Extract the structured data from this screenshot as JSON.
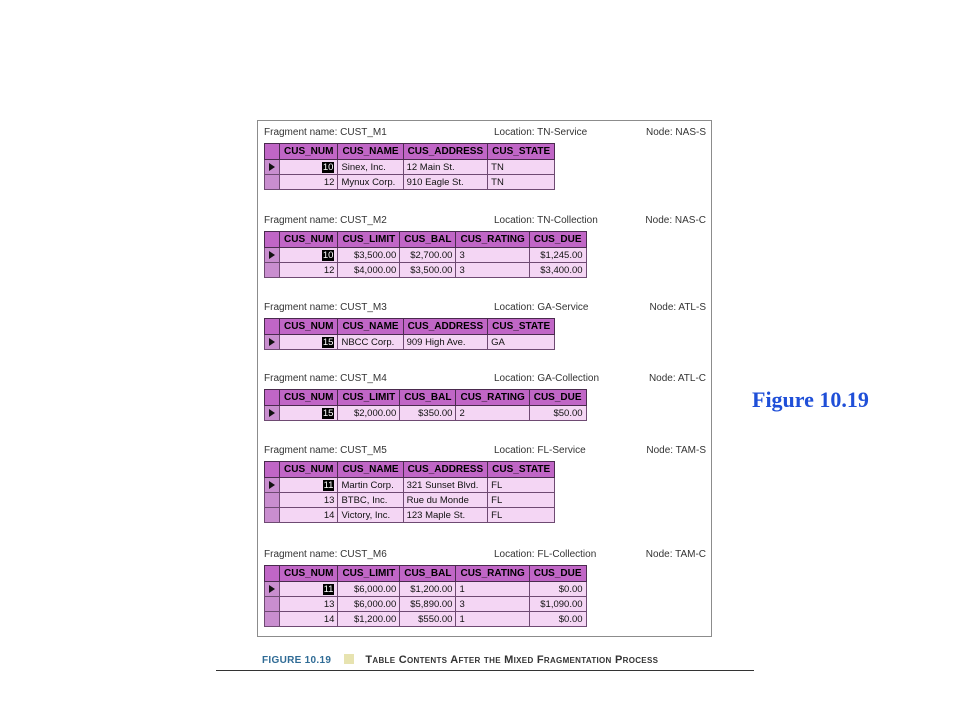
{
  "side_label": "Figure 10.19",
  "caption": {
    "number": "FIGURE 10.19",
    "text": "Table Contents After the Mixed Fragmentation Process"
  },
  "fragments": [
    {
      "name": "Fragment name: CUST_M1",
      "location": "Location: TN-Service",
      "node": "Node: NAS-S",
      "columns": [
        "CUS_NUM",
        "CUS_NAME",
        "CUS_ADDRESS",
        "CUS_STATE"
      ],
      "rows": [
        [
          "10",
          "Sinex, Inc.",
          "12 Main St.",
          "TN"
        ],
        [
          "12",
          "Mynux Corp.",
          "910 Eagle St.",
          "TN"
        ]
      ]
    },
    {
      "name": "Fragment name: CUST_M2",
      "location": "Location: TN-Collection",
      "node": "Node: NAS-C",
      "columns": [
        "CUS_NUM",
        "CUS_LIMIT",
        "CUS_BAL",
        "CUS_RATING",
        "CUS_DUE"
      ],
      "rows": [
        [
          "10",
          "$3,500.00",
          "$2,700.00",
          "3",
          "$1,245.00"
        ],
        [
          "12",
          "$4,000.00",
          "$3,500.00",
          "3",
          "$3,400.00"
        ]
      ]
    },
    {
      "name": "Fragment name: CUST_M3",
      "location": "Location: GA-Service",
      "node": "Node: ATL-S",
      "columns": [
        "CUS_NUM",
        "CUS_NAME",
        "CUS_ADDRESS",
        "CUS_STATE"
      ],
      "rows": [
        [
          "15",
          "NBCC Corp.",
          "909 High Ave.",
          "GA"
        ]
      ]
    },
    {
      "name": "Fragment name: CUST_M4",
      "location": "Location: GA-Collection",
      "node": "Node: ATL-C",
      "columns": [
        "CUS_NUM",
        "CUS_LIMIT",
        "CUS_BAL",
        "CUS_RATING",
        "CUS_DUE"
      ],
      "rows": [
        [
          "15",
          "$2,000.00",
          "$350.00",
          "2",
          "$50.00"
        ]
      ]
    },
    {
      "name": "Fragment name: CUST_M5",
      "location": "Location: FL-Service",
      "node": "Node: TAM-S",
      "columns": [
        "CUS_NUM",
        "CUS_NAME",
        "CUS_ADDRESS",
        "CUS_STATE"
      ],
      "rows": [
        [
          "11",
          "Martin Corp.",
          "321 Sunset Blvd.",
          "FL"
        ],
        [
          "13",
          "BTBC, Inc.",
          "Rue du Monde",
          "FL"
        ],
        [
          "14",
          "Victory, Inc.",
          "123 Maple St.",
          "FL"
        ]
      ]
    },
    {
      "name": "Fragment name: CUST_M6",
      "location": "Location: FL-Collection",
      "node": "Node: TAM-C",
      "columns": [
        "CUS_NUM",
        "CUS_LIMIT",
        "CUS_BAL",
        "CUS_RATING",
        "CUS_DUE"
      ],
      "rows": [
        [
          "11",
          "$6,000.00",
          "$1,200.00",
          "1",
          "$0.00"
        ],
        [
          "13",
          "$6,000.00",
          "$5,890.00",
          "3",
          "$1,090.00"
        ],
        [
          "14",
          "$1,200.00",
          "$550.00",
          "1",
          "$0.00"
        ]
      ]
    }
  ]
}
